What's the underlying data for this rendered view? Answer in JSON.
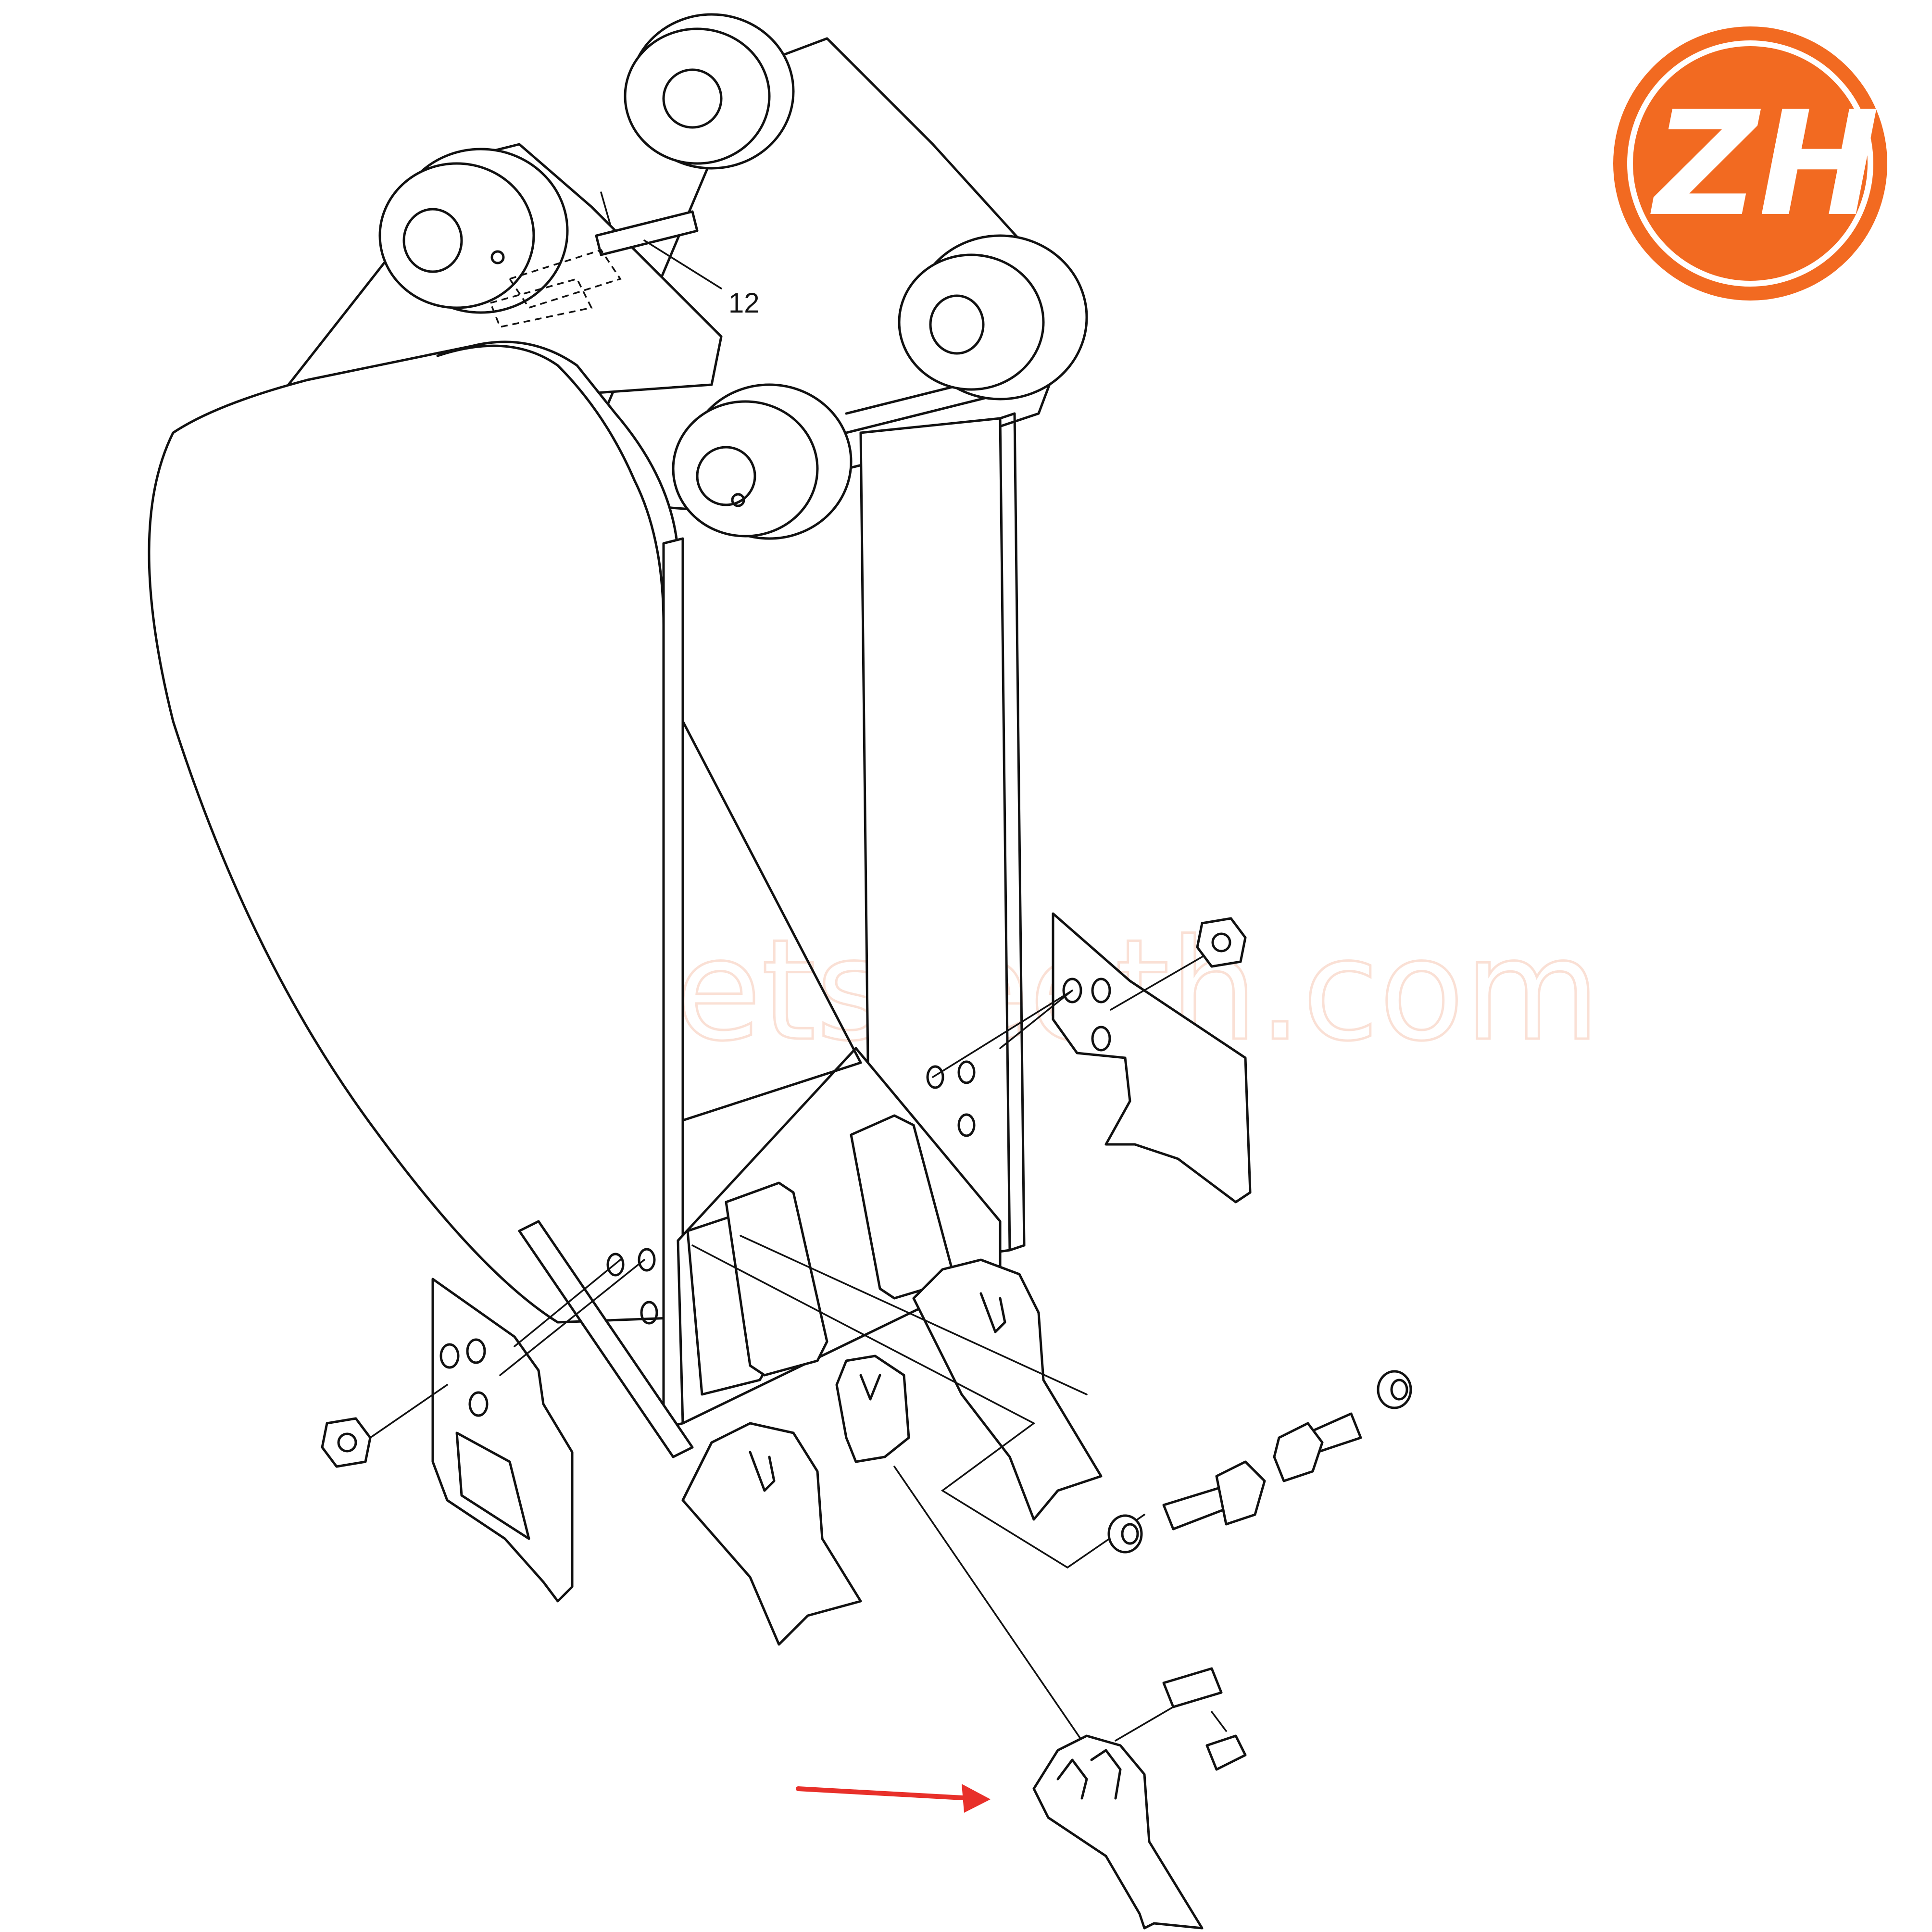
{
  "diagram": {
    "callouts": [
      {
        "id": "part-12",
        "label": "12"
      }
    ]
  },
  "watermark": {
    "text": "bucketsteeth.com"
  },
  "logo": {
    "text": "ZH",
    "color": "#f26a21",
    "ring_color": "#ffffff"
  },
  "pointer_arrow": {
    "color": "#e8302a"
  },
  "colors": {
    "line": "#111111",
    "background": "#ffffff"
  }
}
